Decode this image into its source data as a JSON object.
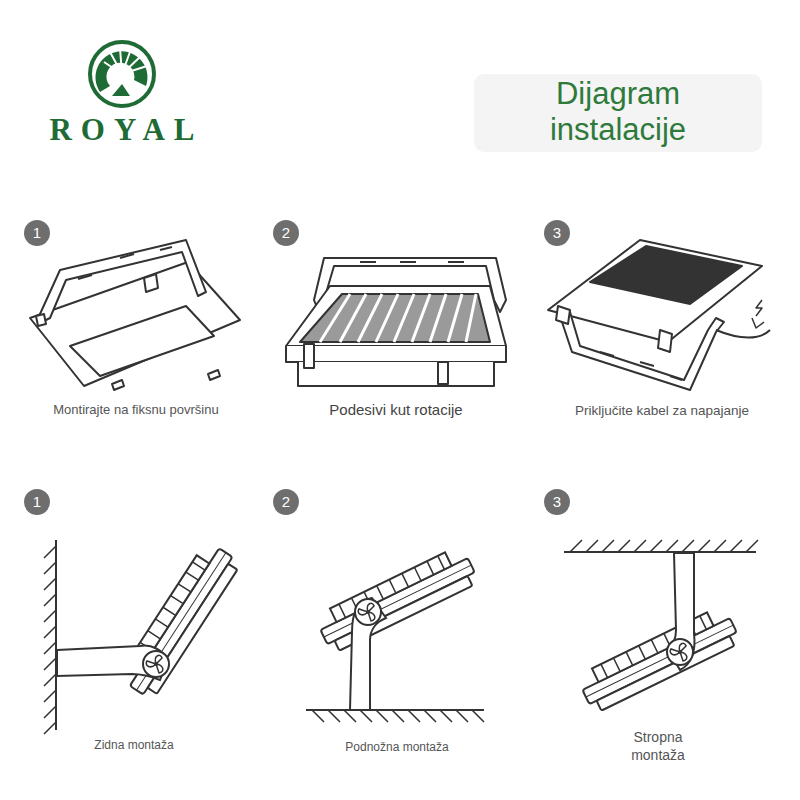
{
  "diagram": {
    "title": "Dijagram instalacije",
    "nodes": [
      {
        "text": [
          "1"
        ]
      },
      {
        "text": [
          "2"
        ]
      },
      {
        "text": [
          "3"
        ]
      },
      {
        "text": [
          "1"
        ]
      },
      {
        "text": [
          "2"
        ]
      },
      {
        "text": [
          "3"
        ]
      }
    ],
    "labels": [
      "ROYAL",
      "Montirajte na fiksnu površinu",
      "Podesivi kut rotacije",
      "Priključite kabel za napajanje",
      "Zidna montaža",
      "Podnožna montaža",
      "Stropna montaža"
    ]
  }
}
